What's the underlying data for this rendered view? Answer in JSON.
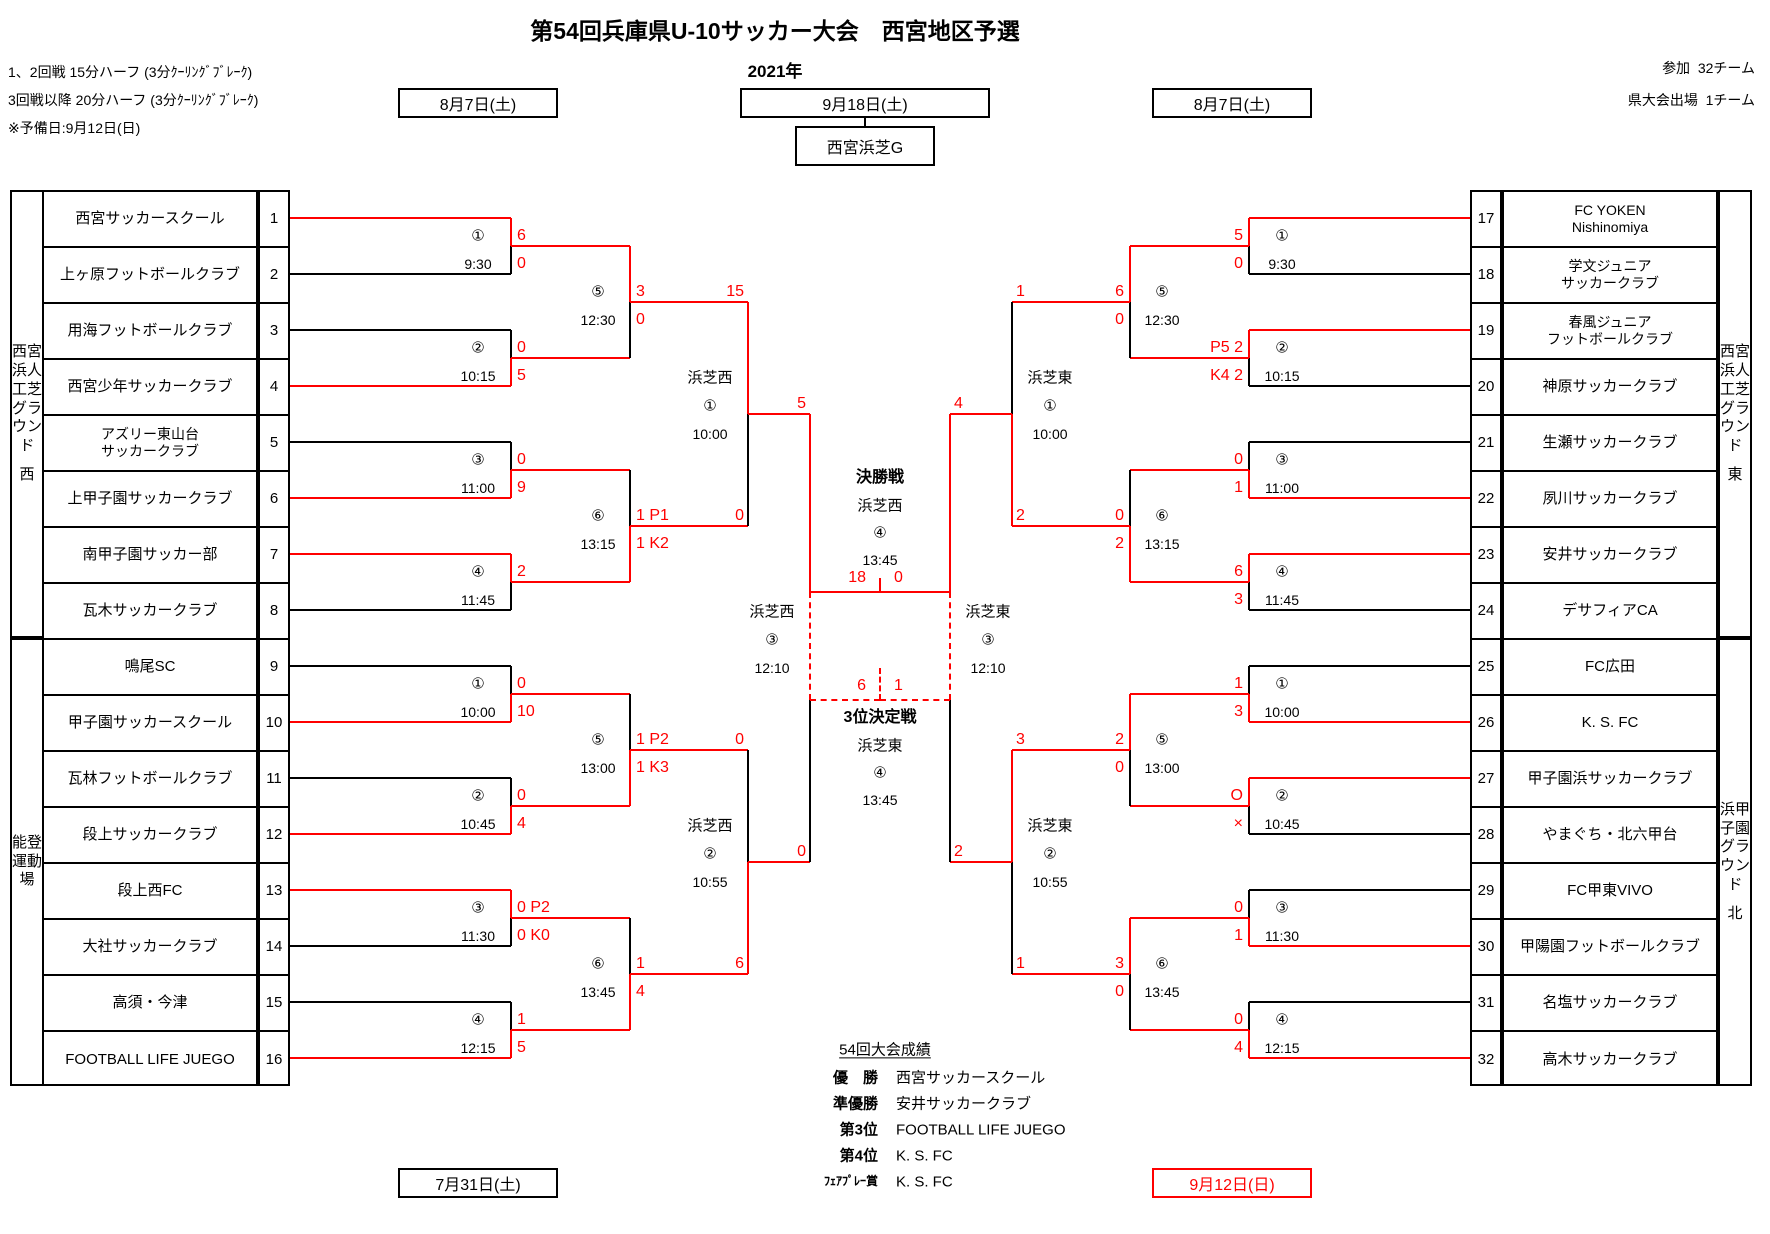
{
  "header": {
    "title": "第54回兵庫県U-10サッカー大会　西宮地区予選",
    "year": "2021年",
    "notes_left": [
      "1、2回戦 15分ハーフ (3分ｸｰﾘﾝｸﾞﾌﾞﾚｰｸ)",
      "3回戦以降 20分ハーフ (3分ｸｰﾘﾝｸﾞﾌﾞﾚｰｸ)",
      "※予備日:9月12日(日)"
    ],
    "notes_right": [
      "参加  32チーム",
      "県大会出場  1チーム"
    ]
  },
  "date_boxes": {
    "top_left": "8月7日(土)",
    "top_center": "9月18日(土)",
    "top_right": "8月7日(土)",
    "center_venue": "西宮浜芝G",
    "bottom_left": "7月31日(土)",
    "bottom_right": "9月12日(日)"
  },
  "venues": {
    "left_top": "西宮浜人工芝グラウンド",
    "left_top_suffix": "西",
    "left_bottom": "能登運動場",
    "left_bottom_suffix": "",
    "right_top": "西宮浜人工芝グラウンド",
    "right_top_suffix": "東",
    "right_bottom": "浜甲子園グラウンド",
    "right_bottom_suffix": "北"
  },
  "teams_left": [
    {
      "num": "1",
      "name": "西宮サッカースクール"
    },
    {
      "num": "2",
      "name": "上ヶ原フットボールクラブ"
    },
    {
      "num": "3",
      "name": "用海フットボールクラブ"
    },
    {
      "num": "4",
      "name": "西宮少年サッカークラブ"
    },
    {
      "num": "5",
      "name": "アズリー東山台\nサッカークラブ"
    },
    {
      "num": "6",
      "name": "上甲子園サッカークラブ"
    },
    {
      "num": "7",
      "name": "南甲子園サッカー部"
    },
    {
      "num": "8",
      "name": "瓦木サッカークラブ"
    },
    {
      "num": "9",
      "name": "鳴尾SC"
    },
    {
      "num": "10",
      "name": "甲子園サッカースクール"
    },
    {
      "num": "11",
      "name": "瓦林フットボールクラブ"
    },
    {
      "num": "12",
      "name": "段上サッカークラブ"
    },
    {
      "num": "13",
      "name": "段上西FC"
    },
    {
      "num": "14",
      "name": "大社サッカークラブ"
    },
    {
      "num": "15",
      "name": "高須・今津"
    },
    {
      "num": "16",
      "name": "FOOTBALL LIFE JUEGO"
    }
  ],
  "teams_right": [
    {
      "num": "17",
      "name": "FC YOKEN\nNishinomiya"
    },
    {
      "num": "18",
      "name": "学文ジュニア\nサッカークラブ"
    },
    {
      "num": "19",
      "name": "春風ジュニア\nフットボールクラブ"
    },
    {
      "num": "20",
      "name": "神原サッカークラブ"
    },
    {
      "num": "21",
      "name": "生瀬サッカークラブ"
    },
    {
      "num": "22",
      "name": "夙川サッカークラブ"
    },
    {
      "num": "23",
      "name": "安井サッカークラブ"
    },
    {
      "num": "24",
      "name": "デサフィアCA"
    },
    {
      "num": "25",
      "name": "FC広田"
    },
    {
      "num": "26",
      "name": "K. S. FC"
    },
    {
      "num": "27",
      "name": "甲子園浜サッカークラブ"
    },
    {
      "num": "28",
      "name": "やまぐち・北六甲台"
    },
    {
      "num": "29",
      "name": "FC甲東VIVO"
    },
    {
      "num": "30",
      "name": "甲陽園フットボールクラブ"
    },
    {
      "num": "31",
      "name": "名塩サッカークラブ"
    },
    {
      "num": "32",
      "name": "高木サッカークラブ"
    }
  ],
  "matches": {
    "left_r1": [
      {
        "circle": "①",
        "time": "9:30",
        "score_top": "6",
        "score_bottom": "0",
        "winner": "top"
      },
      {
        "circle": "②",
        "time": "10:15",
        "score_top": "0",
        "score_bottom": "5",
        "winner": "bottom"
      },
      {
        "circle": "③",
        "time": "11:00",
        "score_top": "0",
        "score_bottom": "9",
        "winner": "bottom"
      },
      {
        "circle": "④",
        "time": "11:45",
        "score_top": "2",
        "score_bottom": "",
        "winner": "top"
      },
      {
        "circle": "①",
        "time": "10:00",
        "score_top": "0",
        "score_bottom": "10",
        "winner": "bottom"
      },
      {
        "circle": "②",
        "time": "10:45",
        "score_top": "0",
        "score_bottom": "4",
        "winner": "bottom"
      },
      {
        "circle": "③",
        "time": "11:30",
        "score_top": "0 P2",
        "score_bottom": "0 K0",
        "winner": "top"
      },
      {
        "circle": "④",
        "time": "12:15",
        "score_top": "1",
        "score_bottom": "5",
        "winner": "bottom"
      }
    ],
    "left_r2": [
      {
        "circle": "⑤",
        "time": "12:30",
        "score_top": "3",
        "score_bottom": "0",
        "winner": "top"
      },
      {
        "circle": "⑥",
        "time": "13:15",
        "score_top": "1 P1",
        "score_bottom": "1 K2",
        "winner": "bottom"
      },
      {
        "circle": "⑤",
        "time": "13:00",
        "score_top": "1 P2",
        "score_bottom": "1 K3",
        "winner": "bottom"
      },
      {
        "circle": "⑥",
        "time": "13:45",
        "score_top": "1",
        "score_bottom": "4",
        "winner": "bottom"
      }
    ],
    "left_qf": [
      {
        "venue": "浜芝西",
        "circle": "①",
        "time": "10:00",
        "score_top": "15",
        "score_bottom": "0",
        "winner": "top",
        "out_score": "5"
      },
      {
        "venue": "浜芝西",
        "circle": "②",
        "time": "10:55",
        "score_top": "0",
        "score_bottom": "6",
        "winner": "bottom",
        "out_score": "0"
      }
    ],
    "right_r1": [
      {
        "circle": "①",
        "time": "9:30",
        "score_top": "5",
        "score_bottom": "0",
        "winner": "top"
      },
      {
        "circle": "②",
        "time": "10:15",
        "score_top": "P5 2",
        "score_bottom": "K4 2",
        "winner": "top"
      },
      {
        "circle": "③",
        "time": "11:00",
        "score_top": "0",
        "score_bottom": "1",
        "winner": "bottom"
      },
      {
        "circle": "④",
        "time": "11:45",
        "score_top": "6",
        "score_bottom": "3",
        "winner": "top"
      },
      {
        "circle": "①",
        "time": "10:00",
        "score_top": "1",
        "score_bottom": "3",
        "winner": "bottom"
      },
      {
        "circle": "②",
        "time": "10:45",
        "score_top": "O",
        "score_bottom": "×",
        "winner": "top"
      },
      {
        "circle": "③",
        "time": "11:30",
        "score_top": "0",
        "score_bottom": "1",
        "winner": "bottom"
      },
      {
        "circle": "④",
        "time": "12:15",
        "score_top": "0",
        "score_bottom": "4",
        "winner": "bottom"
      }
    ],
    "right_r2": [
      {
        "circle": "⑤",
        "time": "12:30",
        "score_top": "6",
        "score_bottom": "0",
        "winner": "top"
      },
      {
        "circle": "⑥",
        "time": "13:15",
        "score_top": "0",
        "score_bottom": "2",
        "winner": "bottom"
      },
      {
        "circle": "⑤",
        "time": "13:00",
        "score_top": "2",
        "score_bottom": "0",
        "winner": "top"
      },
      {
        "circle": "⑥",
        "time": "13:45",
        "score_top": "3",
        "score_bottom": "0",
        "winner": "top"
      }
    ],
    "right_qf": [
      {
        "venue": "浜芝東",
        "circle": "①",
        "time": "10:00",
        "score_top": "1",
        "score_bottom": "2",
        "winner": "bottom",
        "out_score": "4"
      },
      {
        "venue": "浜芝東",
        "circle": "②",
        "time": "10:55",
        "score_top": "3",
        "score_bottom": "1",
        "winner": "top",
        "out_score": "2"
      }
    ],
    "sf_left": {
      "venue": "浜芝西",
      "circle": "③",
      "time": "12:10"
    },
    "sf_right": {
      "venue": "浜芝東",
      "circle": "③",
      "time": "12:10"
    }
  },
  "final": {
    "label": "決勝戦",
    "venue": "浜芝西",
    "circle": "④",
    "time": "13:45",
    "score_left": "18",
    "score_right": "0"
  },
  "third_place": {
    "label": "3位決定戦",
    "venue": "浜芝東",
    "circle": "④",
    "time": "13:45",
    "score_left": "6",
    "score_right": "1"
  },
  "results": {
    "title": "54回大会成績",
    "rows": [
      {
        "label": "優　勝",
        "value": "西宮サッカースクール"
      },
      {
        "label": "準優勝",
        "value": "安井サッカークラブ"
      },
      {
        "label": "第3位",
        "value": "FOOTBALL LIFE JUEGO"
      },
      {
        "label": "第4位",
        "value": "K. S. FC"
      },
      {
        "label": "ﾌｪｱﾌﾟﾚｰ賞",
        "value": "K. S. FC"
      }
    ]
  }
}
